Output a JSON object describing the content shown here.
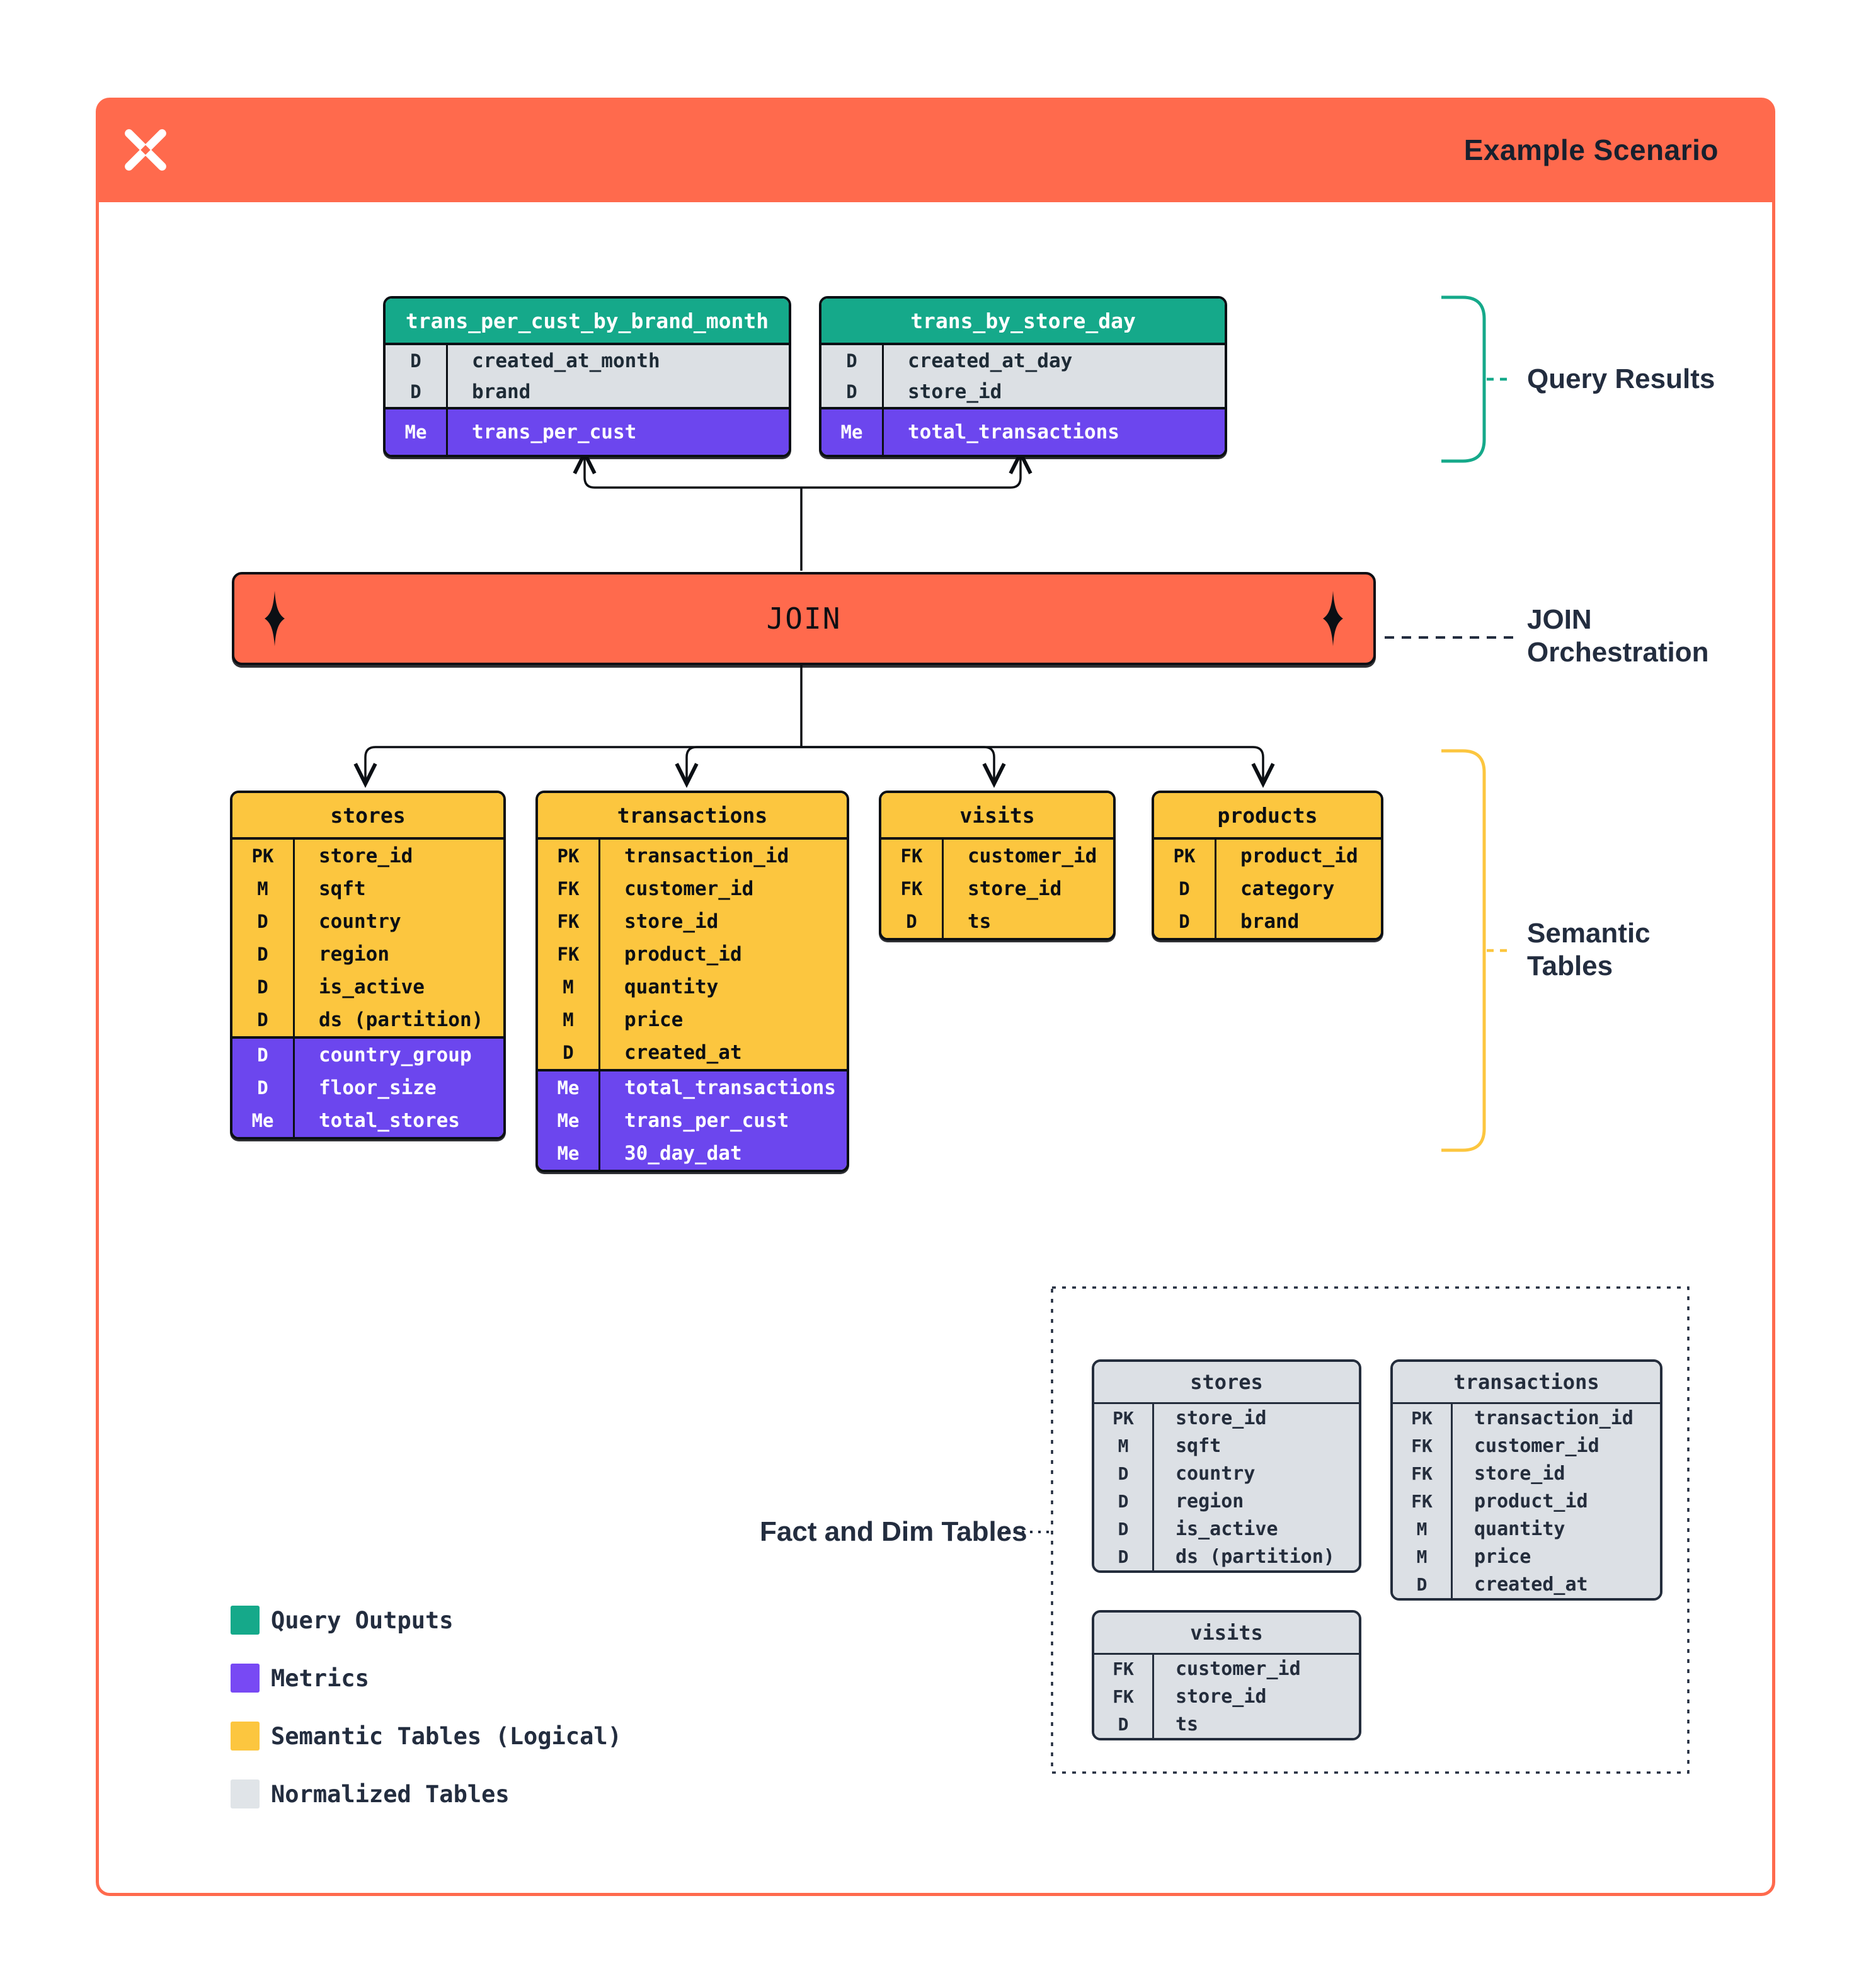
{
  "header": {
    "title": "Example Scenario",
    "logo": "x-sparkle-logo"
  },
  "join": {
    "label": "JOIN"
  },
  "side_labels": {
    "query_results": "Query Results",
    "join_orchestration_line1": "JOIN",
    "join_orchestration_line2": "Orchestration",
    "semantic_line1": "Semantic",
    "semantic_line2": "Tables",
    "fact_dim": "Fact and Dim Tables"
  },
  "query_result_tables": [
    {
      "title": "trans_per_cust_by_brand_month",
      "columns": [
        [
          "D",
          "created_at_month"
        ],
        [
          "D",
          "brand"
        ]
      ],
      "metrics": [
        [
          "Me",
          "trans_per_cust"
        ]
      ]
    },
    {
      "title": "trans_by_store_day",
      "columns": [
        [
          "D",
          "created_at_day"
        ],
        [
          "D",
          "store_id"
        ]
      ],
      "metrics": [
        [
          "Me",
          "total_transactions"
        ]
      ]
    }
  ],
  "semantic_tables": [
    {
      "title": "stores",
      "columns": [
        [
          "PK",
          "store_id"
        ],
        [
          "M",
          "sqft"
        ],
        [
          "D",
          "country"
        ],
        [
          "D",
          "region"
        ],
        [
          "D",
          "is_active"
        ],
        [
          "D",
          "ds (partition)"
        ]
      ],
      "metrics": [
        [
          "D",
          "country_group"
        ],
        [
          "D",
          "floor_size"
        ],
        [
          "Me",
          "total_stores"
        ]
      ]
    },
    {
      "title": "transactions",
      "columns": [
        [
          "PK",
          "transaction_id"
        ],
        [
          "FK",
          "customer_id"
        ],
        [
          "FK",
          "store_id"
        ],
        [
          "FK",
          "product_id"
        ],
        [
          "M",
          "quantity"
        ],
        [
          "M",
          "price"
        ],
        [
          "D",
          "created_at"
        ]
      ],
      "metrics": [
        [
          "Me",
          "total_transactions"
        ],
        [
          "Me",
          "trans_per_cust"
        ],
        [
          "Me",
          "30_day_dat"
        ]
      ]
    },
    {
      "title": "visits",
      "columns": [
        [
          "FK",
          "customer_id"
        ],
        [
          "FK",
          "store_id"
        ],
        [
          "D",
          "ts"
        ]
      ],
      "metrics": []
    },
    {
      "title": "products",
      "columns": [
        [
          "PK",
          "product_id"
        ],
        [
          "D",
          "category"
        ],
        [
          "D",
          "brand"
        ]
      ],
      "metrics": []
    }
  ],
  "normalized_tables": [
    {
      "title": "stores",
      "columns": [
        [
          "PK",
          "store_id"
        ],
        [
          "M",
          "sqft"
        ],
        [
          "D",
          "country"
        ],
        [
          "D",
          "region"
        ],
        [
          "D",
          "is_active"
        ],
        [
          "D",
          "ds (partition)"
        ]
      ],
      "metrics": []
    },
    {
      "title": "transactions",
      "columns": [
        [
          "PK",
          "transaction_id"
        ],
        [
          "FK",
          "customer_id"
        ],
        [
          "FK",
          "store_id"
        ],
        [
          "FK",
          "product_id"
        ],
        [
          "M",
          "quantity"
        ],
        [
          "M",
          "price"
        ],
        [
          "D",
          "created_at"
        ]
      ],
      "metrics": []
    },
    {
      "title": "visits",
      "columns": [
        [
          "FK",
          "customer_id"
        ],
        [
          "FK",
          "store_id"
        ],
        [
          "D",
          "ts"
        ]
      ],
      "metrics": []
    }
  ],
  "legend": [
    {
      "label": "Query Outputs",
      "color": "#15A98A"
    },
    {
      "label": "Metrics",
      "color": "#7849F4"
    },
    {
      "label": "Semantic Tables (Logical)",
      "color": "#FCC63F"
    },
    {
      "label": "Normalized Tables",
      "color": "#E0E4E8"
    }
  ],
  "colors": {
    "accent_orange": "#FF6A4D",
    "green": "#15A98A",
    "purple": "#6C46EE",
    "yellow": "#FCC63F",
    "gray_row": "#DCE0E4",
    "ink": "#0B0F14",
    "navy": "#232D3F"
  }
}
